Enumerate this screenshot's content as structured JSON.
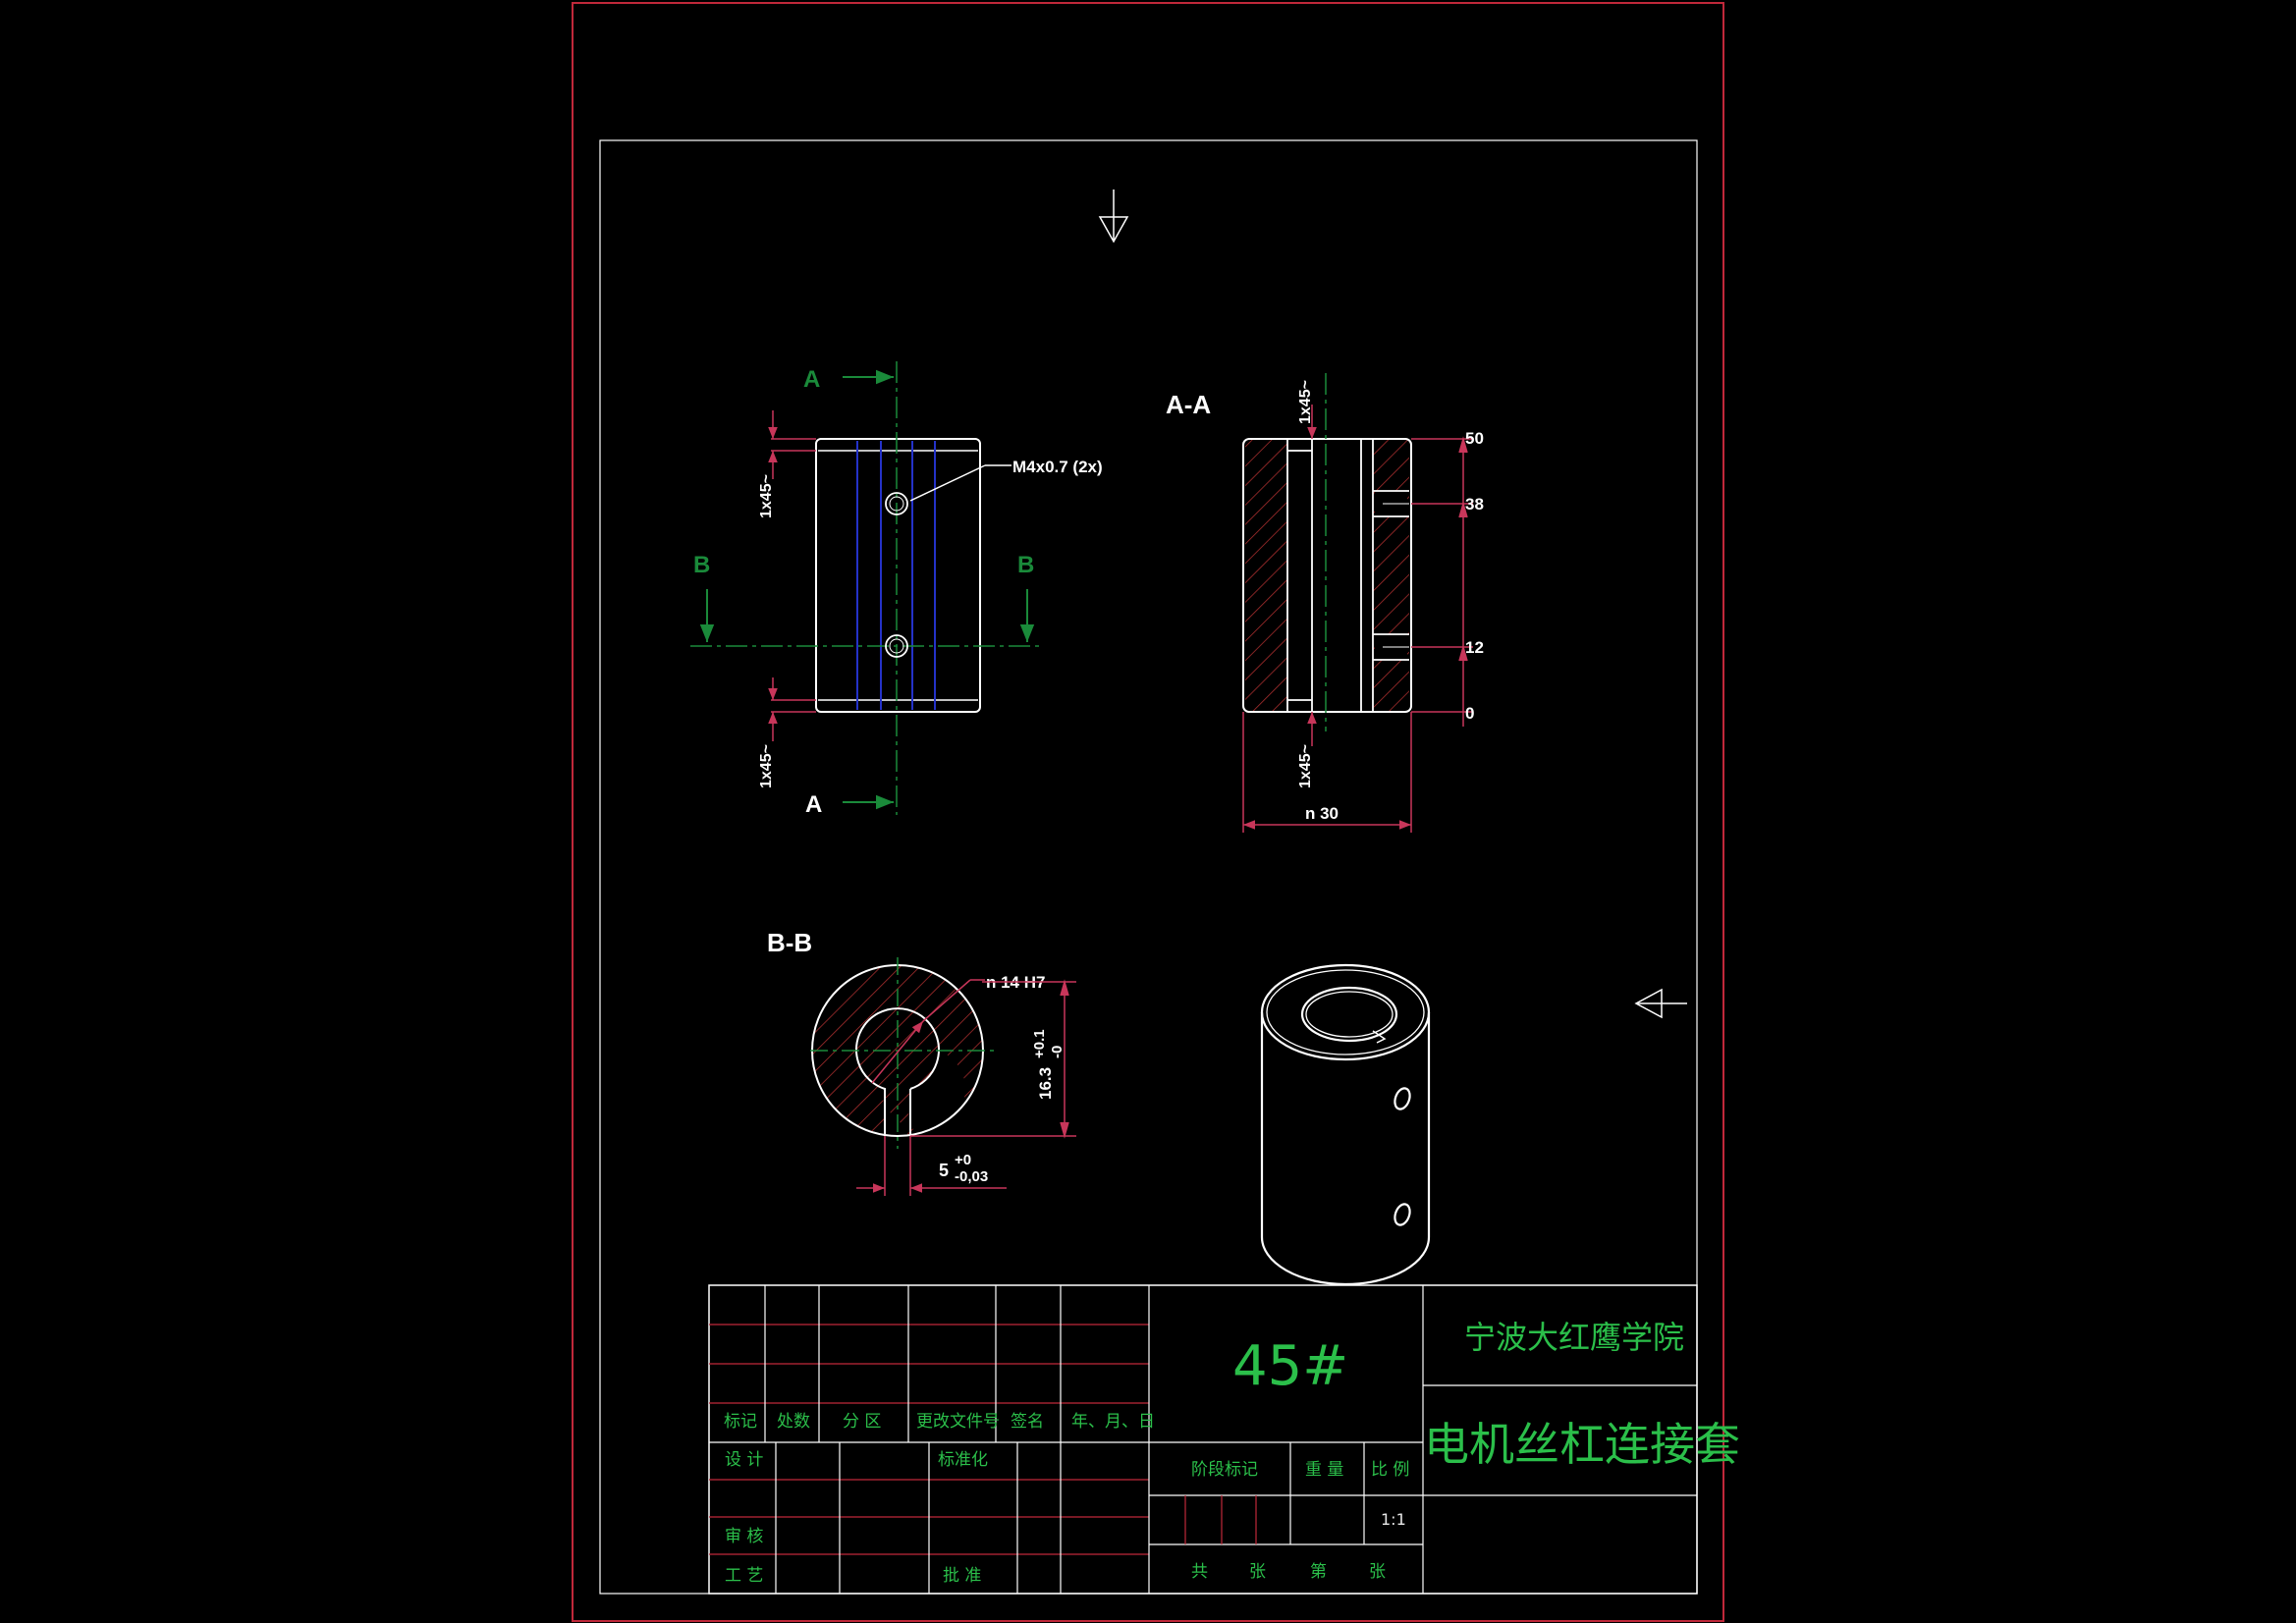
{
  "colors": {
    "background": "#000000",
    "sheet_border": "#c0283a",
    "outline": "#ffffff",
    "centerline": "#1a8a3a",
    "dimension": "#c8365a",
    "hidden": "#2432c8",
    "hatch": "#b03030",
    "title_text": "#2bbf4a"
  },
  "views": {
    "front": {
      "section_A": "A",
      "section_B": "B",
      "thread_note": "M4x0.7 (2x)",
      "chamfer": "1x45~"
    },
    "section_aa": {
      "title": "A-A",
      "chamfer": "1x45~",
      "dims": [
        "50",
        "38",
        "12",
        "0"
      ],
      "diameter": "n 30"
    },
    "section_bb": {
      "title": "B-B",
      "bore": "n 14 H7",
      "keyway_depth": "16.3",
      "keyway_depth_tol_upper": "+0.1",
      "keyway_depth_tol_lower": "-0",
      "keyway_width": "5",
      "keyway_width_tol_upper": "+0",
      "keyway_width_tol_lower": "-0,03"
    },
    "isometric": {
      "icon": "coupling-3d-icon"
    }
  },
  "title_block": {
    "material": "45#",
    "school": "宁波大红鹰学院",
    "part_name": "电机丝杠连接套",
    "rev_headers": [
      "标记",
      "处数",
      "分 区",
      "更改文件号",
      "签名",
      "年、月、日"
    ],
    "roles": {
      "design": "设 计",
      "standardize": "标准化",
      "review": "审 核",
      "process": "工 艺",
      "approve": "批 准"
    },
    "stage_mark": "阶段标记",
    "weight": "重 量",
    "scale_label": "比 例",
    "scale": "1:1",
    "total": "共",
    "sheets": "张",
    "sheet_no": "第",
    "sheet": "张"
  }
}
